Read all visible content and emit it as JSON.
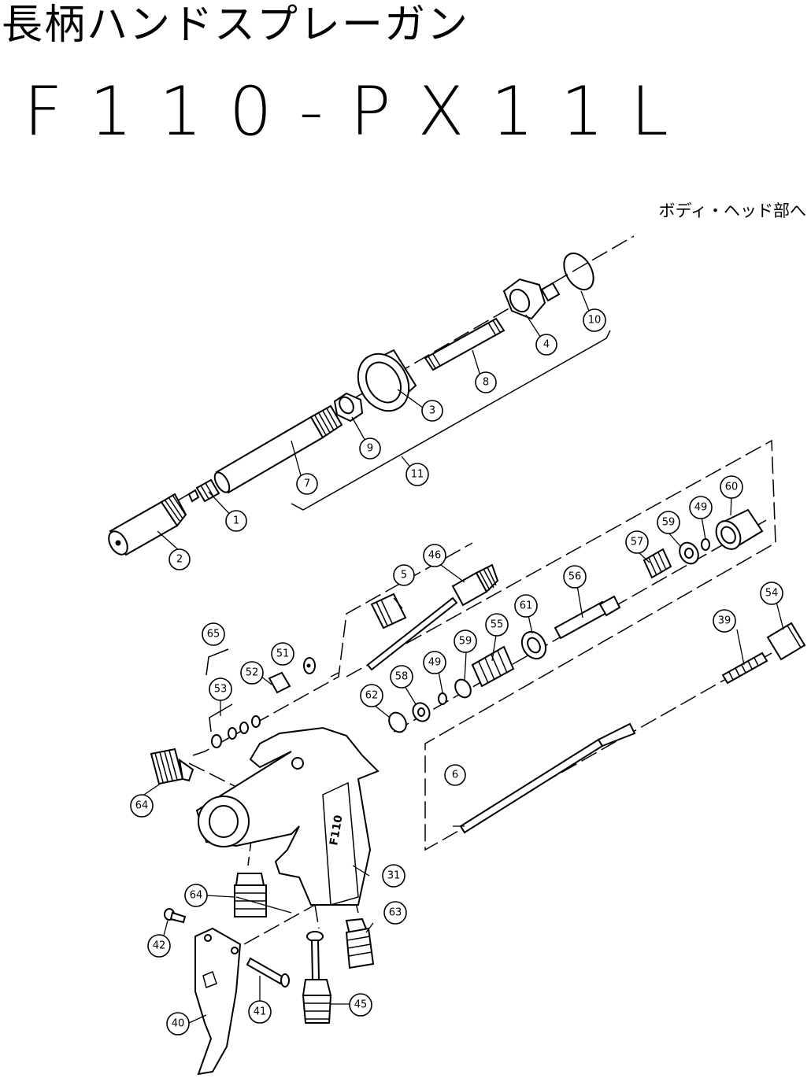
{
  "title": "長柄ハンドスプレーガン",
  "model": "F110-PX11L",
  "reference_note": "ボディ・ヘッド部へ",
  "grip_label": "F110",
  "parts": [
    "1",
    "2",
    "3",
    "4",
    "5",
    "6",
    "7",
    "8",
    "9",
    "10",
    "11",
    "31",
    "39",
    "40",
    "41",
    "42",
    "45",
    "46",
    "49",
    "49",
    "51",
    "52",
    "53",
    "54",
    "55",
    "56",
    "57",
    "58",
    "59",
    "59",
    "60",
    "61",
    "62",
    "63",
    "64",
    "64",
    "65"
  ]
}
